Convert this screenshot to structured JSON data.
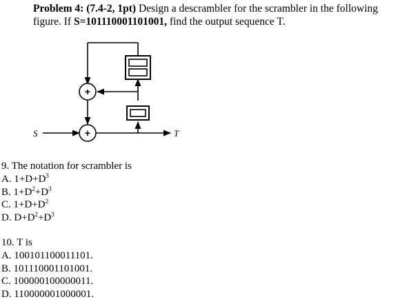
{
  "problem": {
    "heading": "Problem 4: (7.4-2, 1pt)",
    "text_a": " Design a descrambler for the scrambler in the following figure. If ",
    "seq": "S=101110001101001,",
    "text_b": " find the output sequence T."
  },
  "diagram": {
    "input_label": "S",
    "output_label": "T",
    "adder_symbol": "+"
  },
  "q9": {
    "stem": "9. The notation for scrambler is",
    "options": [
      {
        "prefix": "A. 1+D+D",
        "exp": "3",
        "mid": "",
        "exp2": ""
      },
      {
        "prefix": "B. 1+D",
        "exp": "2",
        "mid": "+D",
        "exp2": "3"
      },
      {
        "prefix": "C. 1+D+D",
        "exp": "2",
        "mid": "",
        "exp2": ""
      },
      {
        "prefix": "D. D+D",
        "exp": "2",
        "mid": "+D",
        "exp2": "3"
      }
    ]
  },
  "q10": {
    "stem": "10. T is",
    "options": [
      "A. 100101100011101.",
      "B. 101110001101001.",
      "C. 100000100000011.",
      "D. 110000001000001."
    ]
  }
}
